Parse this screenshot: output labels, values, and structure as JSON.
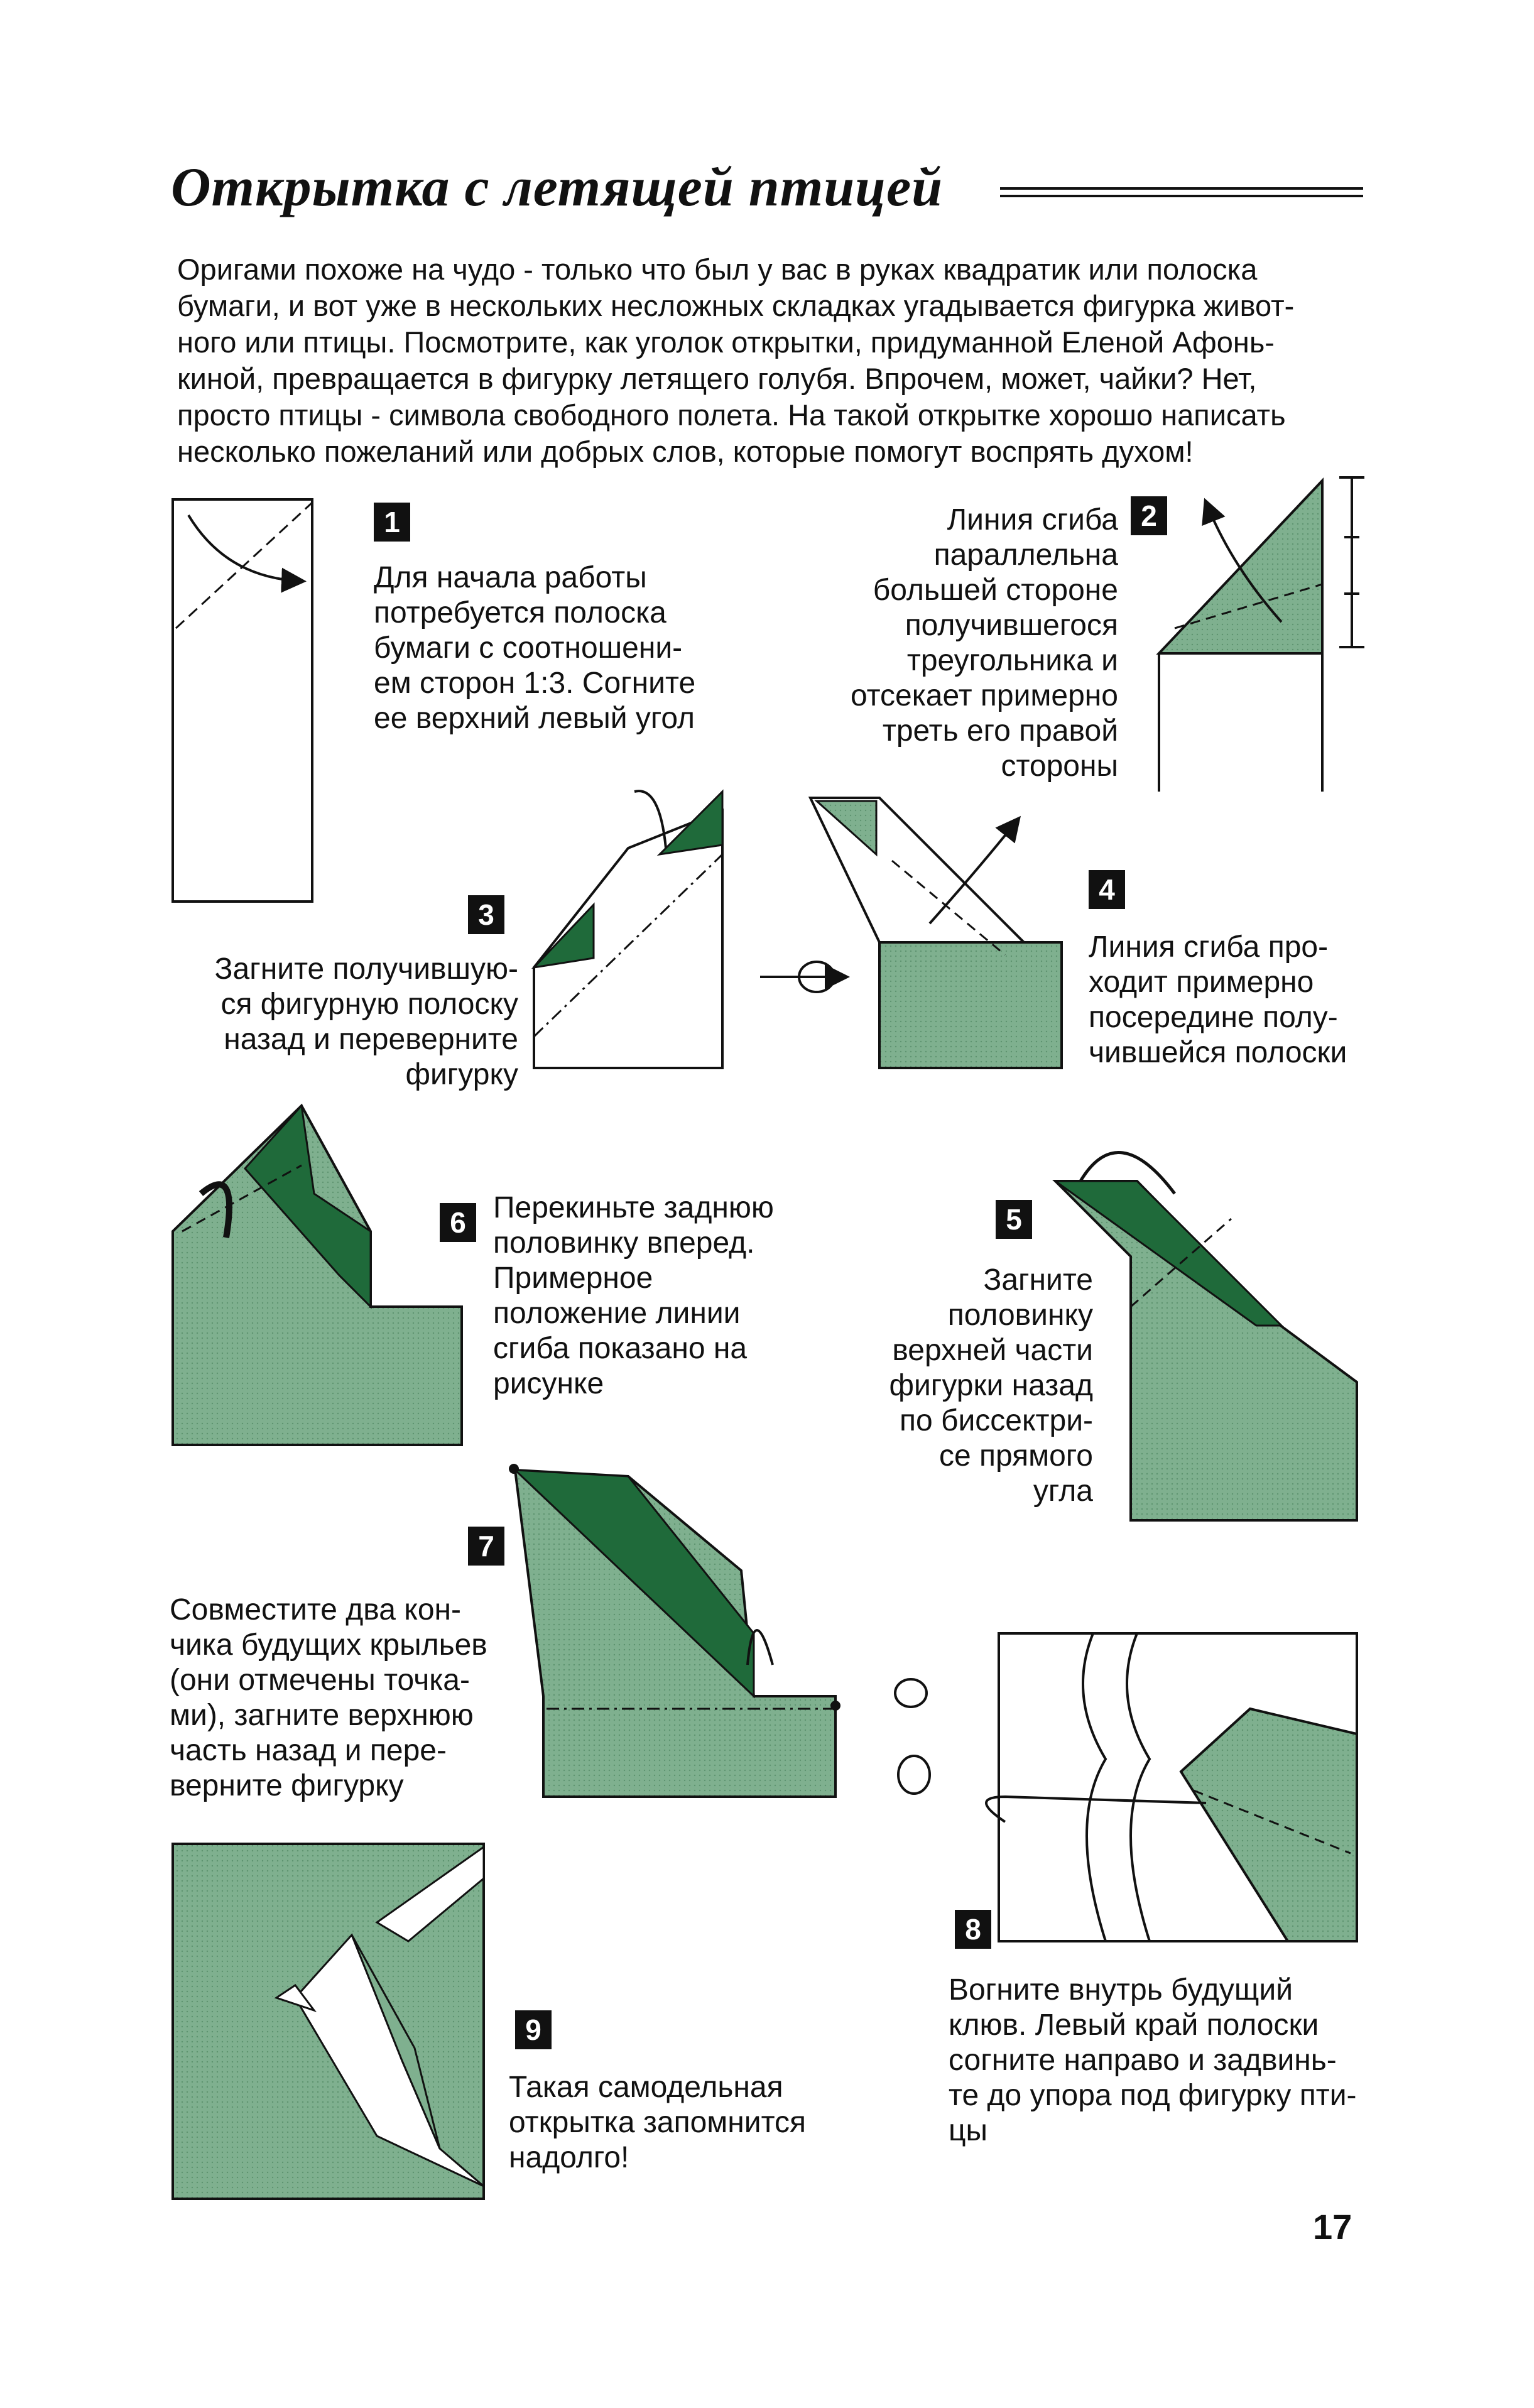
{
  "title": "Открытка с летящей птицей",
  "intro": [
    "Оригами похоже на чудо - только что был у вас в руках квадратик или полоска",
    "бумаги, и вот уже в нескольких несложных складках угадывается фигурка живот-",
    "ного или птицы. Посмотрите, как уголок открытки, придуманной Еленой Афонь-",
    "киной, превращается в фигурку летящего голубя. Впрочем, может, чайки? Нет,",
    "просто птицы - символа свободного полета. На такой открытке хорошо написать",
    "несколько пожеланий или добрых слов, которые помогут воспрять духом!"
  ],
  "steps": [
    {
      "number": "1",
      "lines": [
        "Для начала работы",
        "потребуется полоска",
        "бумаги с соотношени-",
        "ем сторон 1:3. Согните",
        "ее верхний левый угол"
      ]
    },
    {
      "number": "2",
      "lines": [
        "Линия сгиба",
        "параллельна",
        "большей стороне",
        "получившегося",
        "треугольника и",
        "отсекает примерно",
        "треть его правой",
        "стороны"
      ]
    },
    {
      "number": "3",
      "lines": [
        "Загните получившую-",
        "ся фигурную полоску",
        "назад и переверните",
        "фигурку"
      ]
    },
    {
      "number": "4",
      "lines": [
        "Линия сгиба про-",
        "ходит примерно",
        "посередине полу-",
        "чившейся полоски"
      ]
    },
    {
      "number": "5",
      "lines": [
        "Загните",
        "половинку",
        "верхней части",
        "фигурки назад",
        "по биссектри-",
        "се прямого",
        "угла"
      ]
    },
    {
      "number": "6",
      "lines": [
        "Перекиньте заднюю",
        "половинку вперед.",
        "Примерное",
        "положение линии",
        "сгиба показано на",
        "рисунке"
      ]
    },
    {
      "number": "7",
      "lines": [
        "Совместите два кон-",
        "чика будущих крыльев",
        "(они отмечены точка-",
        "ми), загните верхнюю",
        "часть назад и пере-",
        "верните фигурку"
      ]
    },
    {
      "number": "8",
      "lines": [
        "Вогните внутрь будущий",
        "клюв. Левый край полоски",
        "согните направо и задвинь-",
        "те до упора под фигурку пти-",
        "цы"
      ]
    },
    {
      "number": "9",
      "lines": [
        "Такая самодельная",
        "открытка запомнится",
        "надолго!"
      ]
    }
  ],
  "page_number": "17",
  "colors": {
    "paper_green": "#7fb08f",
    "dark_green": "#1f6a3a",
    "ink": "#111111"
  }
}
